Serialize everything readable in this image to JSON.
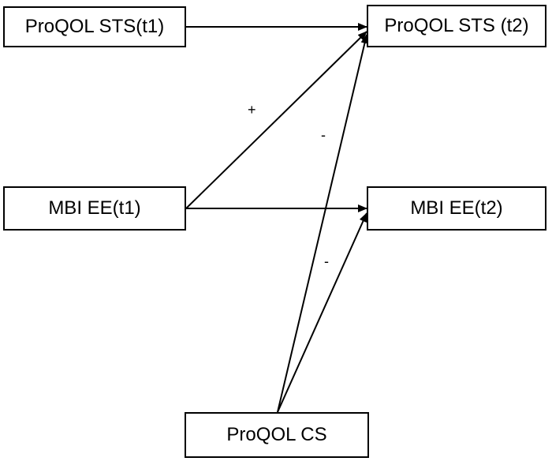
{
  "nodes": {
    "sts_t1": "ProQOL STS(t1)",
    "sts_t2": "ProQOL STS (t2)",
    "ee_t1": "MBI EE(t1)",
    "ee_t2": "MBI EE(t2)",
    "cs": "ProQOL CS"
  },
  "paths": [
    {
      "from": "sts_t1",
      "to": "sts_t2",
      "sign": ""
    },
    {
      "from": "ee_t1",
      "to": "sts_t2",
      "sign": "+"
    },
    {
      "from": "ee_t1",
      "to": "ee_t2",
      "sign": ""
    },
    {
      "from": "cs",
      "to": "sts_t2",
      "sign": "-"
    },
    {
      "from": "cs",
      "to": "ee_t2",
      "sign": "-"
    }
  ],
  "colors": {
    "stroke": "#000000",
    "background": "#ffffff"
  }
}
